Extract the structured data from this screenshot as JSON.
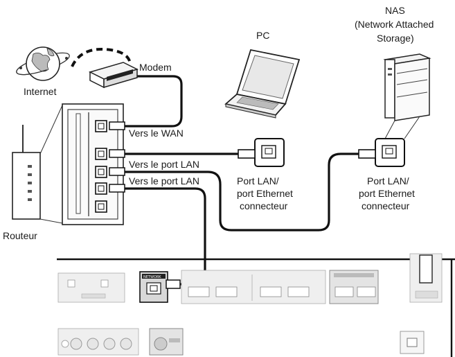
{
  "labels": {
    "nas": "NAS",
    "nas_full_1": "(Network Attached",
    "nas_full_2": "Storage)",
    "pc": "PC",
    "modem": "Modem",
    "internet": "Internet",
    "router": "Routeur",
    "wan": "Vers le WAN",
    "lan1": "Vers le port LAN",
    "lan2": "Vers le port LAN",
    "pc_port_1": "Port LAN/",
    "pc_port_2": "port Ethernet",
    "pc_port_3": "connecteur",
    "nas_port_1": "Port LAN/",
    "nas_port_2": "port Ethernet",
    "nas_port_3": "connecteur",
    "network_jack": "NETWORK"
  }
}
